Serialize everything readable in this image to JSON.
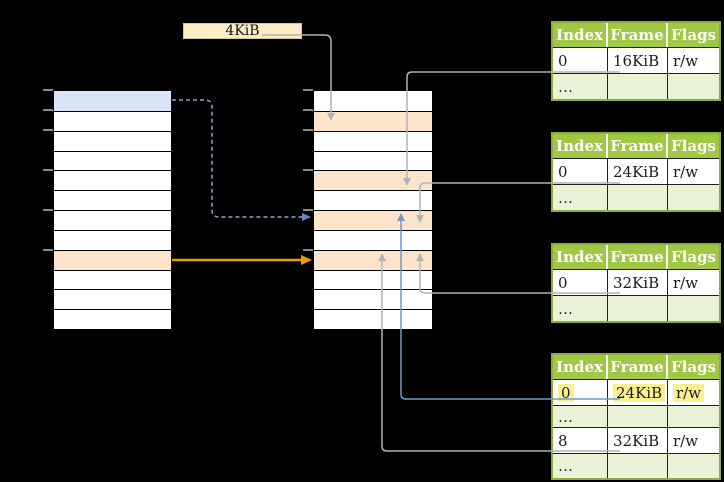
{
  "page_size_label": {
    "text": "4KiB"
  },
  "virtual_memory": {
    "rows": 12,
    "blue_row_index": 0,
    "orange_row_index": 8
  },
  "physical_memory": {
    "rows": 12,
    "orange_row_indices": [
      1,
      4,
      6,
      8
    ]
  },
  "page_tables": [
    {
      "headers": [
        "Index",
        "Frame",
        "Flags"
      ],
      "rows": [
        [
          "0",
          "16KiB",
          "r/w"
        ],
        [
          "…",
          "",
          ""
        ]
      ]
    },
    {
      "headers": [
        "Index",
        "Frame",
        "Flags"
      ],
      "rows": [
        [
          "0",
          "24KiB",
          "r/w"
        ],
        [
          "…",
          "",
          ""
        ]
      ]
    },
    {
      "headers": [
        "Index",
        "Frame",
        "Flags"
      ],
      "rows": [
        [
          "0",
          "32KiB",
          "r/w"
        ],
        [
          "…",
          "",
          ""
        ]
      ]
    },
    {
      "headers": [
        "Index",
        "Frame",
        "Flags"
      ],
      "rows": [
        [
          "0",
          "24KiB",
          "r/w"
        ],
        [
          "…",
          "",
          ""
        ],
        [
          "8",
          "32KiB",
          "r/w"
        ],
        [
          "…",
          "",
          ""
        ]
      ],
      "highlighted_row": 0
    }
  ],
  "connections": [
    {
      "from": "page-size-label",
      "to": "physical-memory-row-1",
      "style": "gray-down"
    },
    {
      "from": "page-table-1-frame-16KiB",
      "to": "physical-memory-row-4",
      "style": "gray-down"
    },
    {
      "from": "page-table-2-frame-24KiB",
      "to": "physical-memory-row-6",
      "style": "gray-down"
    },
    {
      "from": "page-table-3-frame-32KiB",
      "to": "physical-memory-row-8",
      "style": "gray-up"
    },
    {
      "from": "page-table-4-frame-24KiB",
      "to": "physical-memory-row-6",
      "style": "blue-up"
    },
    {
      "from": "page-table-4-frame-32KiB",
      "to": "physical-memory-row-8",
      "style": "gray-up"
    },
    {
      "from": "virtual-memory-row-0",
      "to": "physical-memory-row-6",
      "style": "blue-dashed"
    },
    {
      "from": "virtual-memory-row-8",
      "to": "physical-memory-row-8",
      "style": "orange"
    }
  ],
  "colors": {
    "background": "#000000",
    "virtual_blue_row": "#D9E6F7",
    "frame_orange_row": "#FBE4CA",
    "page_size_box": "#FBEDC5",
    "table_header_green": "#A0C845",
    "table_dots_row_green": "#EAF2D8",
    "table_border_green": "#8BAD3A",
    "cell_highlight_yellow": "#F8F18E",
    "arrow_gray": "#B3B3B3",
    "arrow_blue": "#7597C9",
    "arrow_blue_dashed": "#82A5D8",
    "arrow_orange": "#E5A000"
  }
}
